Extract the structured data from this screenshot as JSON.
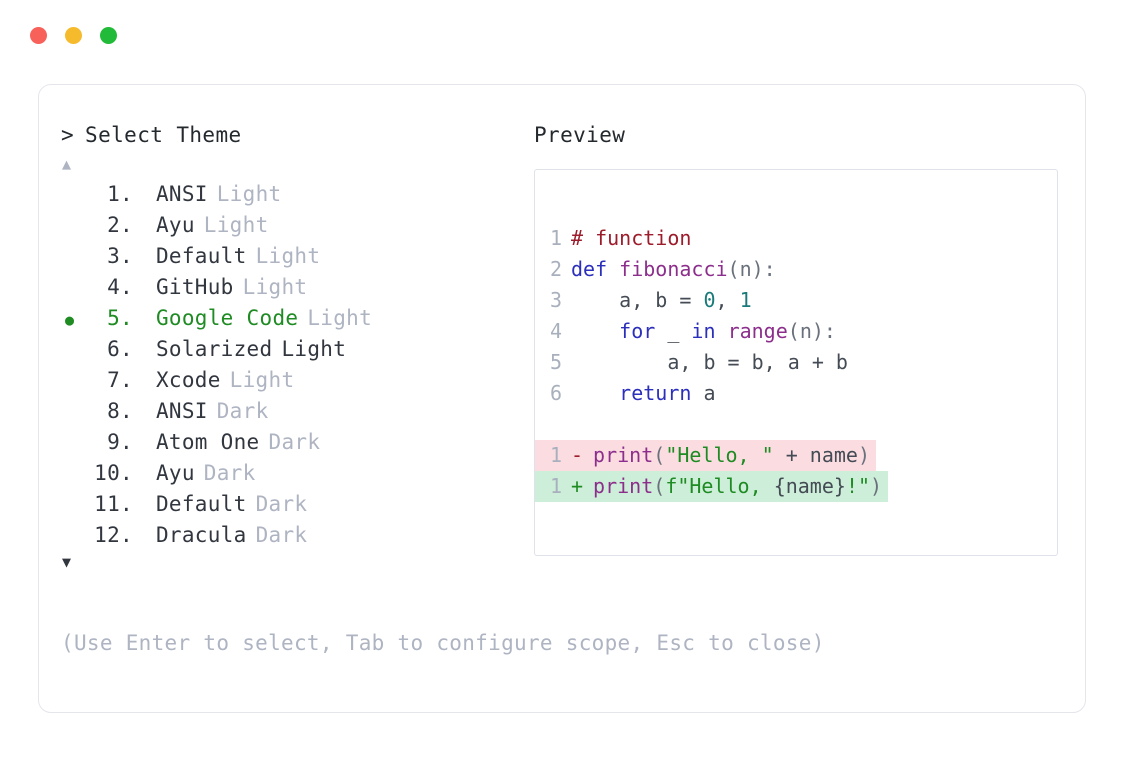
{
  "window": {
    "traffic_lights": [
      {
        "name": "close",
        "color": "#f8605a"
      },
      {
        "name": "minimize",
        "color": "#f6bb2d"
      },
      {
        "name": "maximize",
        "color": "#22bb39"
      }
    ]
  },
  "picker": {
    "caret": ">",
    "title": "Select Theme",
    "scroll_up": "▲",
    "scroll_down": "▼",
    "selected_bullet": "●",
    "selected_index": 5,
    "items": [
      {
        "index": "1.",
        "name": "ANSI",
        "variant": "Light",
        "selected": false,
        "variant_muted": true
      },
      {
        "index": "2.",
        "name": "Ayu",
        "variant": "Light",
        "selected": false,
        "variant_muted": true
      },
      {
        "index": "3.",
        "name": "Default",
        "variant": "Light",
        "selected": false,
        "variant_muted": true
      },
      {
        "index": "4.",
        "name": "GitHub",
        "variant": "Light",
        "selected": false,
        "variant_muted": true
      },
      {
        "index": "5.",
        "name": "Google Code",
        "variant": "Light",
        "selected": true,
        "variant_muted": true
      },
      {
        "index": "6.",
        "name": "Solarized",
        "variant": "Light",
        "selected": false,
        "variant_muted": false
      },
      {
        "index": "7.",
        "name": "Xcode",
        "variant": "Light",
        "selected": false,
        "variant_muted": true
      },
      {
        "index": "8.",
        "name": "ANSI",
        "variant": "Dark",
        "selected": false,
        "variant_muted": true
      },
      {
        "index": "9.",
        "name": "Atom One",
        "variant": "Dark",
        "selected": false,
        "variant_muted": true
      },
      {
        "index": "10.",
        "name": "Ayu",
        "variant": "Dark",
        "selected": false,
        "variant_muted": true
      },
      {
        "index": "11.",
        "name": "Default",
        "variant": "Dark",
        "selected": false,
        "variant_muted": true
      },
      {
        "index": "12.",
        "name": "Dracula",
        "variant": "Dark",
        "selected": false,
        "variant_muted": true
      }
    ],
    "hint": "(Use Enter to select, Tab to configure scope, Esc to close)"
  },
  "preview": {
    "label": "Preview",
    "code_lines": [
      {
        "no": "1",
        "tokens": [
          {
            "t": "# function",
            "c": "comment"
          }
        ]
      },
      {
        "no": "2",
        "tokens": [
          {
            "t": "def ",
            "c": "kw"
          },
          {
            "t": "fibonacci",
            "c": "fn"
          },
          {
            "t": "(n):",
            "c": "punct"
          }
        ]
      },
      {
        "no": "3",
        "tokens": [
          {
            "t": "    a, b = ",
            "c": "plain"
          },
          {
            "t": "0",
            "c": "num"
          },
          {
            "t": ", ",
            "c": "plain"
          },
          {
            "t": "1",
            "c": "num"
          }
        ]
      },
      {
        "no": "4",
        "tokens": [
          {
            "t": "    ",
            "c": "plain"
          },
          {
            "t": "for",
            "c": "kw"
          },
          {
            "t": " _ ",
            "c": "plain"
          },
          {
            "t": "in",
            "c": "kw"
          },
          {
            "t": " ",
            "c": "plain"
          },
          {
            "t": "range",
            "c": "fn"
          },
          {
            "t": "(n):",
            "c": "punct"
          }
        ]
      },
      {
        "no": "5",
        "tokens": [
          {
            "t": "        a, b = b, a + b",
            "c": "plain"
          }
        ]
      },
      {
        "no": "6",
        "tokens": [
          {
            "t": "    ",
            "c": "plain"
          },
          {
            "t": "return",
            "c": "kw"
          },
          {
            "t": " a",
            "c": "plain"
          }
        ]
      }
    ],
    "diff_lines": [
      {
        "no": "1",
        "mark": "-",
        "kind": "del",
        "tokens": [
          {
            "t": "print",
            "c": "fn"
          },
          {
            "t": "(",
            "c": "punct"
          },
          {
            "t": "\"Hello, \"",
            "c": "str"
          },
          {
            "t": " + name",
            "c": "plain"
          },
          {
            "t": ")",
            "c": "punct"
          }
        ]
      },
      {
        "no": "1",
        "mark": "+",
        "kind": "add",
        "tokens": [
          {
            "t": "print",
            "c": "fn"
          },
          {
            "t": "(",
            "c": "punct"
          },
          {
            "t": "f\"Hello, ",
            "c": "str"
          },
          {
            "t": "{name}",
            "c": "plain"
          },
          {
            "t": "!\"",
            "c": "str"
          },
          {
            "t": ")",
            "c": "punct"
          }
        ]
      }
    ]
  },
  "colors": {
    "accent_green": "#1f8b23",
    "muted": "#aeb4c2",
    "text": "#31363f",
    "diff_del_bg": "#fbdde1",
    "diff_add_bg": "#cdeed8",
    "card_border": "#e4e6ec",
    "preview_border": "#dfe2e9"
  }
}
